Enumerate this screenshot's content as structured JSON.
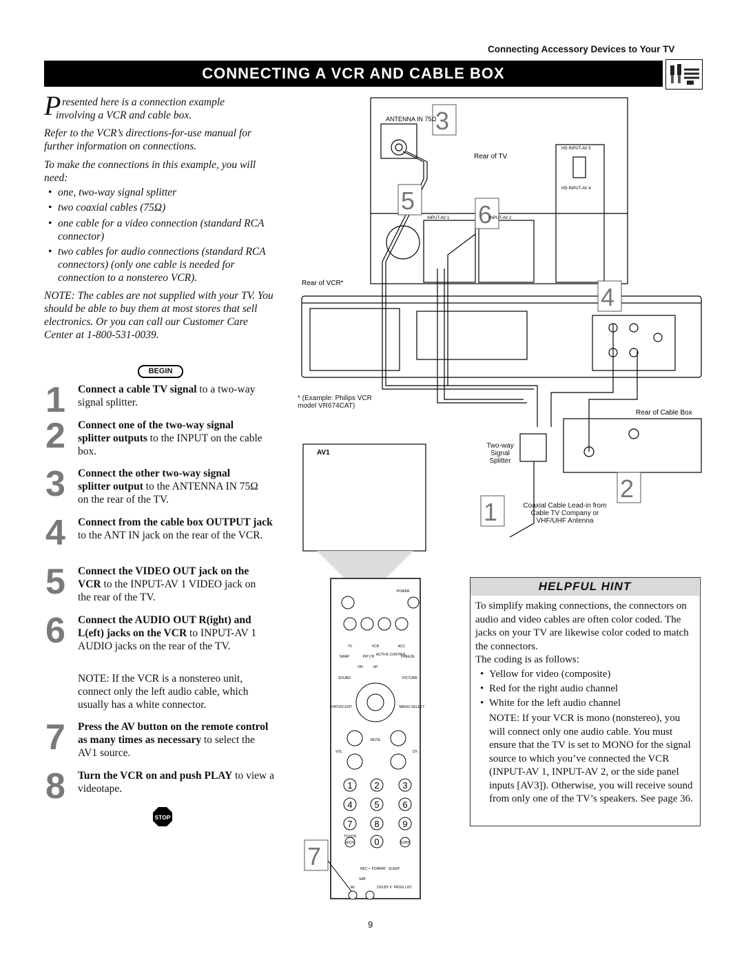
{
  "header": {
    "section": "Connecting Accessory Devices to Your TV"
  },
  "title": "CONNECTING A VCR AND CABLE BOX",
  "intro": {
    "dropcap": "P",
    "line1": "resented here is a connection example",
    "line2": "involving a VCR and cable box.",
    "refer": "Refer to the VCR’s directions-for-use manual for further information on connections.",
    "need": "To make the connections in this example, you will need:",
    "bullets": [
      "one, two-way signal splitter",
      "two coaxial cables (75Ω)",
      "one cable for a video connection (standard RCA connector)",
      "two cables for audio connections (standard RCA connectors) (only one cable is needed for connection to a nonstereo VCR)."
    ],
    "note": "NOTE: The cables are not supplied with your TV. You should be able to buy them at most stores that sell electronics. Or you can call our Customer Care Center at 1-800-531-0039."
  },
  "begin_label": "BEGIN",
  "stop_label": "STOP",
  "steps": [
    {
      "num": "1",
      "bold": "Connect a cable TV signal",
      "rest": " to a two-way signal splitter."
    },
    {
      "num": "2",
      "bold": "Connect one of the two-way signal splitter outputs",
      "rest": " to the INPUT on the cable box."
    },
    {
      "num": "3",
      "bold": "Connect the other two-way signal splitter output",
      "rest": " to the ANTENNA IN 75Ω on the rear of the TV."
    },
    {
      "num": "4",
      "bold": "Connect from the cable box OUTPUT jack",
      "rest": " to the ANT IN jack on the rear of the VCR."
    },
    {
      "num": "5",
      "bold": "Connect the VIDEO OUT jack on the VCR",
      "rest": " to the INPUT-AV 1 VIDEO jack on the rear of the TV."
    },
    {
      "num": "6",
      "bold": "Connect the AUDIO OUT R(ight) and L(eft) jacks on the VCR",
      "rest": " to INPUT-AV 1 AUDIO jacks on the rear of the TV."
    },
    {
      "num": "7",
      "bold": "Press the AV button on the remote control as many times as necessary",
      "rest": " to select the AV1 source."
    },
    {
      "num": "8",
      "bold": "Turn the VCR on and push PLAY",
      "rest": " to view a videotape."
    }
  ],
  "step6_note": "NOTE: If the VCR is a nonstereo unit, connect only the left audio cable, which usually has a white connector.",
  "hint": {
    "heading": "HELPFUL HINT",
    "para": "To simplify making connections, the connectors on audio and video cables are often color coded. The jacks on your TV are likewise color coded to match the connectors.",
    "coding": "The coding is as follows:",
    "bullets": [
      "Yellow for video (composite)",
      "Red for the right audio channel",
      "White for the left audio channel"
    ],
    "note": "NOTE: If your VCR is mono (nonstereo), you will connect only one audio cable. You must ensure that the TV is set to MONO for the signal source to which you’ve connected the VCR (INPUT-AV 1, INPUT-AV 2, or the side panel inputs [AV3]). Otherwise, you will receive sound from only one of the TV’s speakers. See page 36."
  },
  "diagram": {
    "antenna_in": "ANTENNA IN 75Ω",
    "rear_tv": "Rear of TV",
    "rear_vcr": "Rear of VCR*",
    "rear_cable": "Rear of Cable Box",
    "example": "* (Example: Philips VCR model VR674CAT)",
    "splitter": "Two-way Signal Splitter",
    "coax": "Coaxial Cable Lead-in from Cable TV Company or VHF/UHF Antenna",
    "hd_av5": "HD INPUT-AV 5",
    "hd_av4": "HD INPUT-AV 4",
    "input_av1": "INPUT-AV 1",
    "input_av2": "INPUT-AV 2",
    "av1_badge": "AV1",
    "callouts": [
      "3",
      "5",
      "6",
      "4",
      "2",
      "1",
      "7"
    ]
  },
  "remote": {
    "power": "POWER",
    "tv": "TV",
    "vcr": "VCR",
    "acc": "ACC",
    "swap": "SWAP",
    "pipch": "PIP CH",
    "active": "ACTIVE CONTROL",
    "freeze": "FREEZE",
    "on": "ON",
    "up": "UP",
    "sound": "SOUND",
    "picture": "PICTURE",
    "status": "STATUS/ EXIT",
    "menu": "MENU/ SELECT",
    "mute": "MUTE",
    "vol": "VOL",
    "ch": "CH",
    "digits": [
      "1",
      "2",
      "3",
      "4",
      "5",
      "6",
      "7",
      "8",
      "9"
    ],
    "tvvcr": "TV/VCR",
    "ach": "A/CH",
    "zero": "0",
    "surf": "SURF",
    "rec": "REC •",
    "format": "FORMAT",
    "sleep": "SLEEP",
    "sap": "SAP",
    "av": "AV",
    "dolby": "DOLBY V",
    "proglist": "PROG LIST"
  },
  "page_number": "9"
}
